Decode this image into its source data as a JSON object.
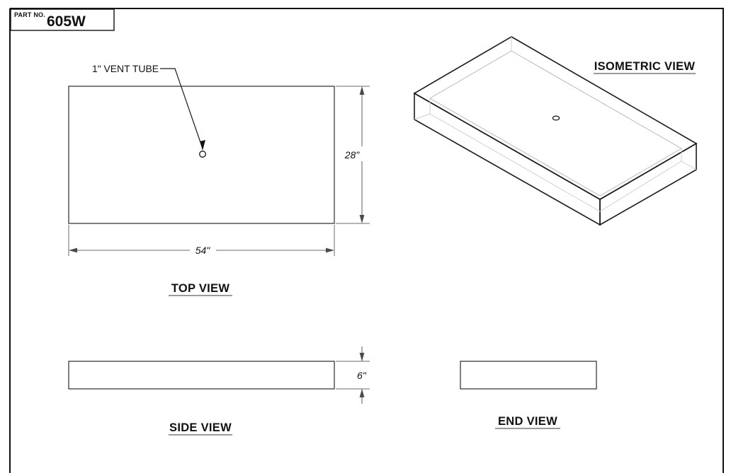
{
  "sheet": {
    "title_block": {
      "label": "PART NO.",
      "value": "605W"
    }
  },
  "views": {
    "top": {
      "label": "TOP VIEW",
      "callout": "1\" VENT TUBE",
      "width_dim": "54\"",
      "height_dim": "28\""
    },
    "isometric": {
      "label": "ISOMETRIC VIEW"
    },
    "side": {
      "label": "SIDE VIEW",
      "thickness_dim": "6\""
    },
    "end": {
      "label": "END VIEW"
    }
  },
  "drawing_data": {
    "type": "engineering-drawing",
    "part_number": "605W",
    "object": "shallow open rectangular tray / pan",
    "dimensions": {
      "length": "54\"",
      "width": "28\"",
      "depth": "6\""
    },
    "features": [
      {
        "name": "vent tube hole",
        "size": "1\"",
        "shown_in": [
          "TOP VIEW",
          "ISOMETRIC VIEW"
        ]
      }
    ],
    "view_count": 4,
    "view_names": [
      "TOP VIEW",
      "ISOMETRIC VIEW",
      "SIDE VIEW",
      "END VIEW"
    ],
    "units": "inches"
  },
  "colors": {
    "line": "#1a1a1a",
    "dimension": "#6b6b6b",
    "hidden": "#b9b9b9",
    "background": "#ffffff"
  }
}
